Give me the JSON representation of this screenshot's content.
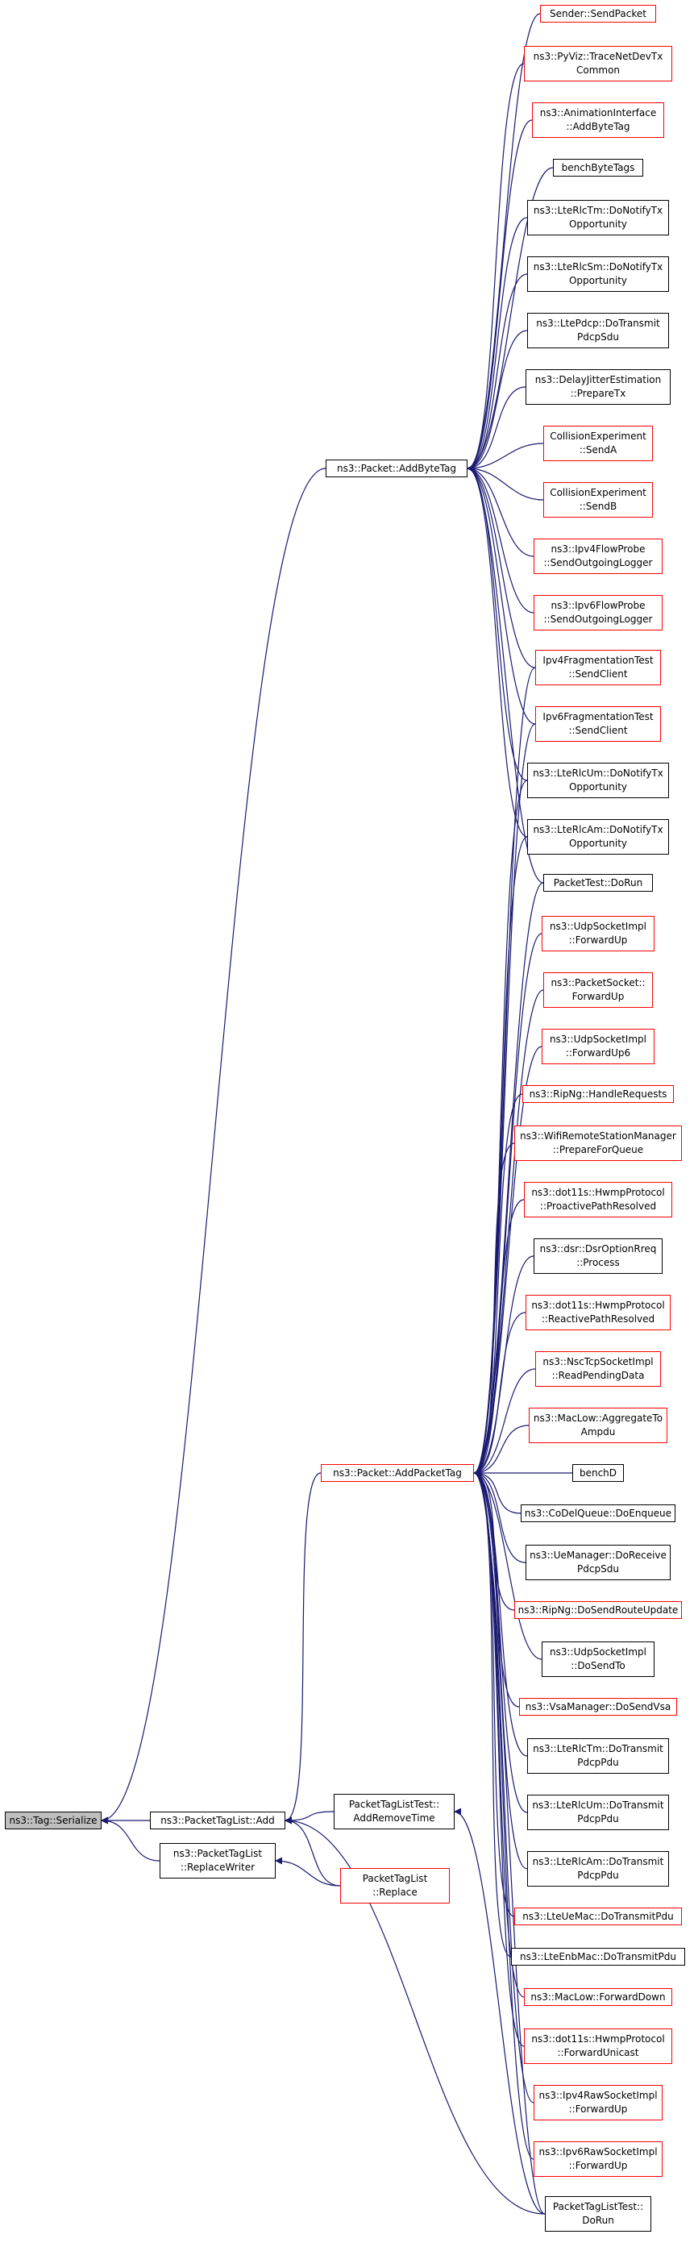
{
  "graph": {
    "edge_color": "#191970",
    "root": "ns3::Tag::Serialize",
    "nodes": [
      {
        "id": "tag-serialize",
        "lines": [
          "ns3::Tag::Serialize"
        ],
        "style": "focus"
      },
      {
        "id": "packettaglist-add",
        "lines": [
          "ns3::PacketTagList::Add"
        ],
        "style": "normal"
      },
      {
        "id": "packettaglist-replacewriter",
        "lines": [
          "ns3::PacketTagList",
          "::ReplaceWriter"
        ],
        "style": "normal"
      },
      {
        "id": "packet-addbytetag",
        "lines": [
          "ns3::Packet::AddByteTag"
        ],
        "style": "normal"
      },
      {
        "id": "packet-addpackettag",
        "lines": [
          "ns3::Packet::AddPacketTag"
        ],
        "style": "red"
      },
      {
        "id": "packettaglisttest-addremovetime",
        "lines": [
          "PacketTagListTest::",
          "AddRemoveTime"
        ],
        "style": "normal"
      },
      {
        "id": "packettaglist-replace",
        "lines": [
          "PacketTagList",
          "::Replace"
        ],
        "style": "red"
      },
      {
        "id": "sender-sendpacket",
        "lines": [
          "Sender::SendPacket"
        ],
        "style": "red"
      },
      {
        "id": "pyviz-tracenetdevtx",
        "lines": [
          "ns3::PyViz::TraceNetDevTx",
          "Common"
        ],
        "style": "red"
      },
      {
        "id": "animationinterface-addbytetag",
        "lines": [
          "ns3::AnimationInterface",
          "::AddByteTag"
        ],
        "style": "red"
      },
      {
        "id": "benchbytetags",
        "lines": [
          "benchByteTags"
        ],
        "style": "normal"
      },
      {
        "id": "lterlctm-donotifytx",
        "lines": [
          "ns3::LteRlcTm::DoNotifyTx",
          "Opportunity"
        ],
        "style": "normal"
      },
      {
        "id": "lterlcsm-donotifytx",
        "lines": [
          "ns3::LteRlcSm::DoNotifyTx",
          "Opportunity"
        ],
        "style": "normal"
      },
      {
        "id": "ltepdcp-dotransmit",
        "lines": [
          "ns3::LtePdcp::DoTransmit",
          "PdcpSdu"
        ],
        "style": "normal"
      },
      {
        "id": "delayjitter-preparetx",
        "lines": [
          "ns3::DelayJitterEstimation",
          "::PrepareTx"
        ],
        "style": "normal"
      },
      {
        "id": "collision-senda",
        "lines": [
          "CollisionExperiment",
          "::SendA"
        ],
        "style": "red"
      },
      {
        "id": "collision-sendb",
        "lines": [
          "CollisionExperiment",
          "::SendB"
        ],
        "style": "red"
      },
      {
        "id": "ipv4flowprobe",
        "lines": [
          "ns3::Ipv4FlowProbe",
          "::SendOutgoingLogger"
        ],
        "style": "red"
      },
      {
        "id": "ipv6flowprobe",
        "lines": [
          "ns3::Ipv6FlowProbe",
          "::SendOutgoingLogger"
        ],
        "style": "red"
      },
      {
        "id": "ipv4frag-sendclient",
        "lines": [
          "Ipv4FragmentationTest",
          "::SendClient"
        ],
        "style": "red"
      },
      {
        "id": "ipv6frag-sendclient",
        "lines": [
          "Ipv6FragmentationTest",
          "::SendClient"
        ],
        "style": "red"
      },
      {
        "id": "lterlcum-donotifytx",
        "lines": [
          "ns3::LteRlcUm::DoNotifyTx",
          "Opportunity"
        ],
        "style": "normal"
      },
      {
        "id": "lterlcam-donotifytx",
        "lines": [
          "ns3::LteRlcAm::DoNotifyTx",
          "Opportunity"
        ],
        "style": "normal"
      },
      {
        "id": "packettest-dorun",
        "lines": [
          "PacketTest::DoRun"
        ],
        "style": "normal"
      },
      {
        "id": "udpsocketimpl-forwardup",
        "lines": [
          "ns3::UdpSocketImpl",
          "::ForwardUp"
        ],
        "style": "red"
      },
      {
        "id": "packetsocket-forwardup",
        "lines": [
          "ns3::PacketSocket::",
          "ForwardUp"
        ],
        "style": "red"
      },
      {
        "id": "udpsocketimpl-forwardup6",
        "lines": [
          "ns3::UdpSocketImpl",
          "::ForwardUp6"
        ],
        "style": "red"
      },
      {
        "id": "ripng-handlerequests",
        "lines": [
          "ns3::RipNg::HandleRequests"
        ],
        "style": "red"
      },
      {
        "id": "wifiremote-prepareforqueue",
        "lines": [
          "ns3::WifiRemoteStationManager",
          "::PrepareForQueue"
        ],
        "style": "red"
      },
      {
        "id": "hwmp-proactive",
        "lines": [
          "ns3::dot11s::HwmpProtocol",
          "::ProactivePathResolved"
        ],
        "style": "red"
      },
      {
        "id": "dsr-optionrreq-process",
        "lines": [
          "ns3::dsr::DsrOptionRreq",
          "::Process"
        ],
        "style": "normal"
      },
      {
        "id": "hwmp-reactive",
        "lines": [
          "ns3::dot11s::HwmpProtocol",
          "::ReactivePathResolved"
        ],
        "style": "red"
      },
      {
        "id": "nsctcp-readpending",
        "lines": [
          "ns3::NscTcpSocketImpl",
          "::ReadPendingData"
        ],
        "style": "red"
      },
      {
        "id": "maclow-aggregate",
        "lines": [
          "ns3::MacLow::AggregateTo",
          "Ampdu"
        ],
        "style": "red"
      },
      {
        "id": "benchd",
        "lines": [
          "benchD"
        ],
        "style": "normal"
      },
      {
        "id": "codelqueue-doenqueue",
        "lines": [
          "ns3::CoDelQueue::DoEnqueue"
        ],
        "style": "normal"
      },
      {
        "id": "uemanager-doreceive",
        "lines": [
          "ns3::UeManager::DoReceive",
          "PdcpSdu"
        ],
        "style": "normal"
      },
      {
        "id": "ripng-dosendrouteupdate",
        "lines": [
          "ns3::RipNg::DoSendRouteUpdate"
        ],
        "style": "red"
      },
      {
        "id": "udpsocketimpl-dosendto",
        "lines": [
          "ns3::UdpSocketImpl",
          "::DoSendTo"
        ],
        "style": "normal"
      },
      {
        "id": "vsamanager-dosendvsa",
        "lines": [
          "ns3::VsaManager::DoSendVsa"
        ],
        "style": "red"
      },
      {
        "id": "lterlctm-dotransmit",
        "lines": [
          "ns3::LteRlcTm::DoTransmit",
          "PdcpPdu"
        ],
        "style": "normal"
      },
      {
        "id": "lterlcum-dotransmit",
        "lines": [
          "ns3::LteRlcUm::DoTransmit",
          "PdcpPdu"
        ],
        "style": "normal"
      },
      {
        "id": "lterlcam-dotransmit",
        "lines": [
          "ns3::LteRlcAm::DoTransmit",
          "PdcpPdu"
        ],
        "style": "normal"
      },
      {
        "id": "lteuemac-dotransmitpdu",
        "lines": [
          "ns3::LteUeMac::DoTransmitPdu"
        ],
        "style": "red"
      },
      {
        "id": "lteenbmac-dotransmitpdu",
        "lines": [
          "ns3::LteEnbMac::DoTransmitPdu"
        ],
        "style": "normal"
      },
      {
        "id": "maclow-forwarddown",
        "lines": [
          "ns3::MacLow::ForwardDown"
        ],
        "style": "red"
      },
      {
        "id": "hwmp-forwardunicast",
        "lines": [
          "ns3::dot11s::HwmpProtocol",
          "::ForwardUnicast"
        ],
        "style": "red"
      },
      {
        "id": "ipv4rawsocket-forwardup",
        "lines": [
          "ns3::Ipv4RawSocketImpl",
          "::ForwardUp"
        ],
        "style": "red"
      },
      {
        "id": "ipv6rawsocket-forwardup",
        "lines": [
          "ns3::Ipv6RawSocketImpl",
          "::ForwardUp"
        ],
        "style": "red"
      },
      {
        "id": "packettaglisttest-dorun",
        "lines": [
          "PacketTagListTest::",
          "DoRun"
        ],
        "style": "normal"
      }
    ],
    "edges": [
      [
        "packettaglist-add",
        "tag-serialize"
      ],
      [
        "packettaglist-replacewriter",
        "tag-serialize"
      ],
      [
        "packet-addbytetag",
        "tag-serialize"
      ],
      [
        "packet-addpackettag",
        "packettaglist-add"
      ],
      [
        "packettaglisttest-addremovetime",
        "packettaglist-add"
      ],
      [
        "packettaglist-replace",
        "packettaglist-add"
      ],
      [
        "packettaglisttest-dorun",
        "packettaglist-add"
      ],
      [
        "packettaglist-replace",
        "packettaglist-replacewriter"
      ],
      [
        "packettaglisttest-dorun",
        "packettaglisttest-addremovetime"
      ],
      [
        "sender-sendpacket",
        "packet-addbytetag"
      ],
      [
        "pyviz-tracenetdevtx",
        "packet-addbytetag"
      ],
      [
        "animationinterface-addbytetag",
        "packet-addbytetag"
      ],
      [
        "benchbytetags",
        "packet-addbytetag"
      ],
      [
        "lterlctm-donotifytx",
        "packet-addbytetag"
      ],
      [
        "lterlcsm-donotifytx",
        "packet-addbytetag"
      ],
      [
        "ltepdcp-dotransmit",
        "packet-addbytetag"
      ],
      [
        "delayjitter-preparetx",
        "packet-addbytetag"
      ],
      [
        "collision-senda",
        "packet-addbytetag"
      ],
      [
        "collision-sendb",
        "packet-addbytetag"
      ],
      [
        "ipv4flowprobe",
        "packet-addbytetag"
      ],
      [
        "ipv6flowprobe",
        "packet-addbytetag"
      ],
      [
        "ipv4frag-sendclient",
        "packet-addbytetag"
      ],
      [
        "ipv6frag-sendclient",
        "packet-addbytetag"
      ],
      [
        "lterlcum-donotifytx",
        "packet-addbytetag"
      ],
      [
        "lterlcam-donotifytx",
        "packet-addbytetag"
      ],
      [
        "packettest-dorun",
        "packet-addbytetag"
      ],
      [
        "ipv4frag-sendclient",
        "packet-addpackettag"
      ],
      [
        "ipv6frag-sendclient",
        "packet-addpackettag"
      ],
      [
        "lterlcum-donotifytx",
        "packet-addpackettag"
      ],
      [
        "lterlcam-donotifytx",
        "packet-addpackettag"
      ],
      [
        "packettest-dorun",
        "packet-addpackettag"
      ],
      [
        "udpsocketimpl-forwardup",
        "packet-addpackettag"
      ],
      [
        "packetsocket-forwardup",
        "packet-addpackettag"
      ],
      [
        "udpsocketimpl-forwardup6",
        "packet-addpackettag"
      ],
      [
        "ripng-handlerequests",
        "packet-addpackettag"
      ],
      [
        "wifiremote-prepareforqueue",
        "packet-addpackettag"
      ],
      [
        "hwmp-proactive",
        "packet-addpackettag"
      ],
      [
        "dsr-optionrreq-process",
        "packet-addpackettag"
      ],
      [
        "hwmp-reactive",
        "packet-addpackettag"
      ],
      [
        "nsctcp-readpending",
        "packet-addpackettag"
      ],
      [
        "maclow-aggregate",
        "packet-addpackettag"
      ],
      [
        "benchd",
        "packet-addpackettag"
      ],
      [
        "codelqueue-doenqueue",
        "packet-addpackettag"
      ],
      [
        "uemanager-doreceive",
        "packet-addpackettag"
      ],
      [
        "ripng-dosendrouteupdate",
        "packet-addpackettag"
      ],
      [
        "udpsocketimpl-dosendto",
        "packet-addpackettag"
      ],
      [
        "vsamanager-dosendvsa",
        "packet-addpackettag"
      ],
      [
        "lterlctm-dotransmit",
        "packet-addpackettag"
      ],
      [
        "lterlcum-dotransmit",
        "packet-addpackettag"
      ],
      [
        "lterlcam-dotransmit",
        "packet-addpackettag"
      ],
      [
        "lteuemac-dotransmitpdu",
        "packet-addpackettag"
      ],
      [
        "lteenbmac-dotransmitpdu",
        "packet-addpackettag"
      ],
      [
        "maclow-forwarddown",
        "packet-addpackettag"
      ],
      [
        "hwmp-forwardunicast",
        "packet-addpackettag"
      ],
      [
        "ipv4rawsocket-forwardup",
        "packet-addpackettag"
      ],
      [
        "ipv6rawsocket-forwardup",
        "packet-addpackettag"
      ],
      [
        "packettaglisttest-dorun",
        "packet-addpackettag"
      ]
    ]
  }
}
